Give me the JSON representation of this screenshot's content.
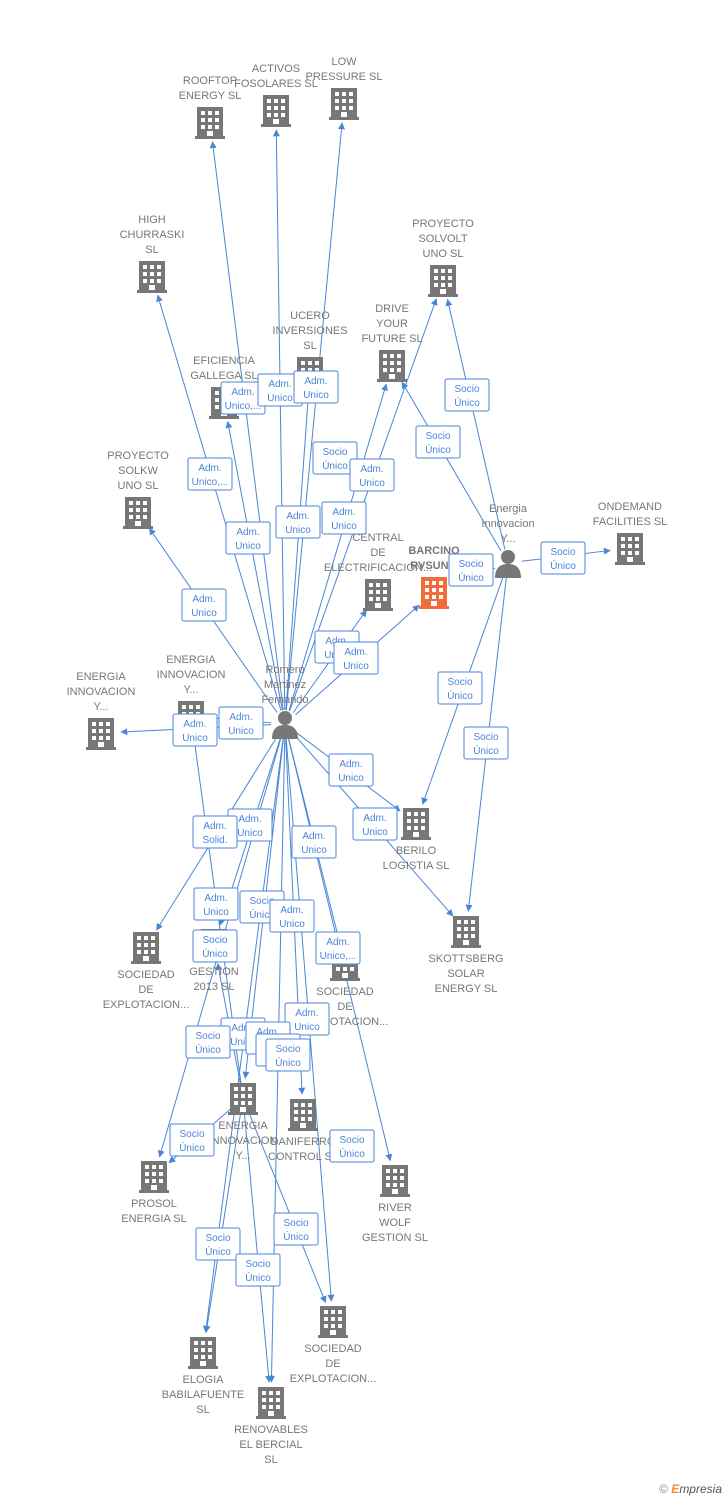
{
  "colors": {
    "edge": "#4a86d8",
    "building": "#777777",
    "building_highlight": "#f26b3a",
    "person": "#777777",
    "label": "#777777"
  },
  "footer": {
    "copyright": "©",
    "brand_e": "E",
    "brand_rest": "mpresia"
  },
  "nodes": [
    {
      "id": "rooftop",
      "kind": "building",
      "lines": [
        "ROOFTOP",
        "ENERGY  SL"
      ]
    },
    {
      "id": "activos",
      "kind": "building",
      "lines": [
        "ACTIVOS",
        "FOSOLARES SL"
      ]
    },
    {
      "id": "lowpressure",
      "kind": "building",
      "lines": [
        "LOW",
        "PRESSURE  SL"
      ]
    },
    {
      "id": "highchurraski",
      "kind": "building",
      "lines": [
        "HIGH",
        "CHURRASKI",
        "SL"
      ]
    },
    {
      "id": "proyectosolvolt",
      "kind": "building",
      "lines": [
        "PROYECTO",
        "SOLVOLT",
        "UNO  SL"
      ]
    },
    {
      "id": "ucero",
      "kind": "building",
      "lines": [
        "UCERO",
        "INVERSIONES",
        "SL"
      ]
    },
    {
      "id": "driveyourfuture",
      "kind": "building",
      "lines": [
        "DRIVE",
        "YOUR",
        "FUTURE  SL"
      ]
    },
    {
      "id": "eficiencia",
      "kind": "building",
      "lines": [
        "EFICIENCIA",
        "GALLEGA SL"
      ]
    },
    {
      "id": "proyectosolkw",
      "kind": "building",
      "lines": [
        "PROYECTO",
        "SOLKW",
        "UNO  SL"
      ]
    },
    {
      "id": "energiainnov_person",
      "kind": "person",
      "lines": [
        "Energia",
        "Innovacion",
        "Y..."
      ]
    },
    {
      "id": "ondemand",
      "kind": "building",
      "lines": [
        "ONDEMAND",
        "FACILITIES SL"
      ]
    },
    {
      "id": "central",
      "kind": "building",
      "lines": [
        "CENTRAL",
        "DE",
        "ELECTRIFICACION..."
      ]
    },
    {
      "id": "barcino",
      "kind": "building_highlight",
      "lines": [
        "BARCINO",
        "RVSUN..."
      ]
    },
    {
      "id": "energiainnov_left",
      "kind": "building",
      "lines": [
        "ENERGIA",
        "INNOVACION",
        "Y..."
      ]
    },
    {
      "id": "energiainnov_mid",
      "kind": "building",
      "lines": [
        "ENERGIA",
        "INNOVACION",
        "Y..."
      ]
    },
    {
      "id": "romero",
      "kind": "person",
      "lines": [
        "Romero",
        "Martinez",
        "Fernando"
      ]
    },
    {
      "id": "berilo",
      "kind": "building",
      "lines": [
        "BERILO",
        "LOGISTIA  SL"
      ]
    },
    {
      "id": "skottsberg",
      "kind": "building",
      "lines": [
        "SKOTTSBERG",
        "SOLAR",
        "ENERGY  SL"
      ]
    },
    {
      "id": "sociedadexpl_left",
      "kind": "building",
      "lines": [
        "SOCIEDAD",
        "DE",
        "EXPLOTACION..."
      ]
    },
    {
      "id": "gestion2013",
      "kind": "building",
      "lines": [
        "GESTION",
        "2013  SL"
      ]
    },
    {
      "id": "sociedadexpl_mid",
      "kind": "building",
      "lines": [
        "SOCIEDAD",
        "DE",
        "EXPLOTACION..."
      ]
    },
    {
      "id": "energiainnov_bottom",
      "kind": "building",
      "lines": [
        "ENERGIA",
        "INNOVACION",
        "Y..."
      ]
    },
    {
      "id": "daniferro",
      "kind": "building",
      "lines": [
        "DANIFERRO",
        "CONTROL  SL"
      ]
    },
    {
      "id": "prosol",
      "kind": "building",
      "lines": [
        "PROSOL",
        "ENERGIA  SL"
      ]
    },
    {
      "id": "riverwolf",
      "kind": "building",
      "lines": [
        "RIVER",
        "WOLF",
        "GESTION  SL"
      ]
    },
    {
      "id": "sociedadexpl_bottom",
      "kind": "building",
      "lines": [
        "SOCIEDAD",
        "DE",
        "EXPLOTACION..."
      ]
    },
    {
      "id": "elogia",
      "kind": "building",
      "lines": [
        "ELOGIA",
        "BABILAFUENTE",
        "SL"
      ]
    },
    {
      "id": "renovables",
      "kind": "building",
      "lines": [
        "RENOVABLES",
        "EL BERCIAL",
        "SL"
      ]
    }
  ],
  "edges": [
    {
      "from": "romero",
      "to": "rooftop"
    },
    {
      "from": "romero",
      "to": "activos"
    },
    {
      "from": "romero",
      "to": "lowpressure"
    },
    {
      "from": "romero",
      "to": "highchurraski"
    },
    {
      "from": "romero",
      "to": "ucero"
    },
    {
      "from": "romero",
      "to": "eficiencia"
    },
    {
      "from": "romero",
      "to": "driveyourfuture"
    },
    {
      "from": "romero",
      "to": "proyectosolvolt"
    },
    {
      "from": "romero",
      "to": "proyectosolkw"
    },
    {
      "from": "romero",
      "to": "central"
    },
    {
      "from": "romero",
      "to": "barcino"
    },
    {
      "from": "romero",
      "to": "energiainnov_left"
    },
    {
      "from": "romero",
      "to": "energiainnov_mid"
    },
    {
      "from": "romero",
      "to": "berilo"
    },
    {
      "from": "romero",
      "to": "skottsberg"
    },
    {
      "from": "romero",
      "to": "sociedadexpl_left"
    },
    {
      "from": "romero",
      "to": "gestion2013"
    },
    {
      "from": "romero",
      "to": "sociedadexpl_mid"
    },
    {
      "from": "romero",
      "to": "energiainnov_bottom"
    },
    {
      "from": "romero",
      "to": "daniferro"
    },
    {
      "from": "romero",
      "to": "prosol"
    },
    {
      "from": "romero",
      "to": "riverwolf"
    },
    {
      "from": "romero",
      "to": "sociedadexpl_bottom"
    },
    {
      "from": "romero",
      "to": "elogia"
    },
    {
      "from": "romero",
      "to": "renovables"
    },
    {
      "from": "energiainnov_person",
      "to": "proyectosolvolt"
    },
    {
      "from": "energiainnov_person",
      "to": "driveyourfuture"
    },
    {
      "from": "energiainnov_person",
      "to": "ondemand"
    },
    {
      "from": "energiainnov_person",
      "to": "barcino"
    },
    {
      "from": "energiainnov_person",
      "to": "berilo"
    },
    {
      "from": "energiainnov_person",
      "to": "skottsberg"
    },
    {
      "from": "energiainnov_bottom",
      "to": "elogia"
    },
    {
      "from": "energiainnov_bottom",
      "to": "renovables"
    },
    {
      "from": "energiainnov_bottom",
      "to": "sociedadexpl_bottom"
    },
    {
      "from": "energiainnov_bottom",
      "to": "gestion2013"
    },
    {
      "from": "energiainnov_bottom",
      "to": "prosol"
    },
    {
      "from": "energiainnov_bottom",
      "to": "energiainnov_mid"
    }
  ],
  "edge_labels": [
    {
      "lines": [
        "Adm.",
        "Unico,..."
      ]
    },
    {
      "lines": [
        "Adm.",
        "Unico"
      ]
    },
    {
      "lines": [
        "Adm.",
        "Unico"
      ]
    },
    {
      "lines": [
        "Adm.",
        "Unico,..."
      ]
    },
    {
      "lines": [
        "Socio",
        "Único"
      ]
    },
    {
      "lines": [
        "Adm.",
        "Unico"
      ]
    },
    {
      "lines": [
        "Adm.",
        "Unico"
      ]
    },
    {
      "lines": [
        "Adm.",
        "Unico"
      ]
    },
    {
      "lines": [
        "Adm.",
        "Unico"
      ]
    },
    {
      "lines": [
        "Adm.",
        "Unico"
      ]
    },
    {
      "lines": [
        "Adm.",
        "Unico"
      ]
    },
    {
      "lines": [
        "Adm.",
        "Unico"
      ]
    },
    {
      "lines": [
        "Adm.",
        "Unico"
      ]
    },
    {
      "lines": [
        "Adm.",
        "Unico"
      ]
    },
    {
      "lines": [
        "Adm.",
        "Unico"
      ]
    },
    {
      "lines": [
        "Adm.",
        "Unico"
      ]
    },
    {
      "lines": [
        "Adm.",
        "Unico"
      ]
    },
    {
      "lines": [
        "Adm.",
        "Unico"
      ]
    },
    {
      "lines": [
        "Adm.",
        "Solid."
      ]
    },
    {
      "lines": [
        "Adm.",
        "Unico"
      ]
    },
    {
      "lines": [
        "Socio",
        "Único"
      ]
    },
    {
      "lines": [
        "Socio",
        "Único"
      ]
    },
    {
      "lines": [
        "Adm.",
        "Unico"
      ]
    },
    {
      "lines": [
        "Adm.",
        "Unico,..."
      ]
    },
    {
      "lines": [
        "Adm.",
        "Unico"
      ]
    },
    {
      "lines": [
        "Adm.",
        "Unico"
      ]
    },
    {
      "lines": [
        "Socio",
        "Único"
      ]
    },
    {
      "lines": [
        "Adm.",
        "Unico"
      ]
    },
    {
      "lines": [
        "Socio",
        "Único"
      ]
    },
    {
      "lines": [
        "Socio",
        "Único"
      ]
    },
    {
      "lines": [
        "Socio",
        "Único"
      ]
    },
    {
      "lines": [
        "Socio",
        "Único"
      ]
    },
    {
      "lines": [
        "Socio",
        "Único"
      ]
    },
    {
      "lines": [
        "Socio",
        "Único"
      ]
    },
    {
      "lines": [
        "Socio",
        "Único"
      ]
    },
    {
      "lines": [
        "Socio",
        "Único"
      ]
    },
    {
      "lines": [
        "Socio",
        "Único"
      ]
    },
    {
      "lines": [
        "Socio",
        "Único"
      ]
    },
    {
      "lines": [
        "Socio",
        "Único"
      ]
    },
    {
      "lines": [
        "Socio",
        "Único"
      ]
    },
    {
      "lines": [
        "Socio",
        "Único"
      ]
    }
  ]
}
